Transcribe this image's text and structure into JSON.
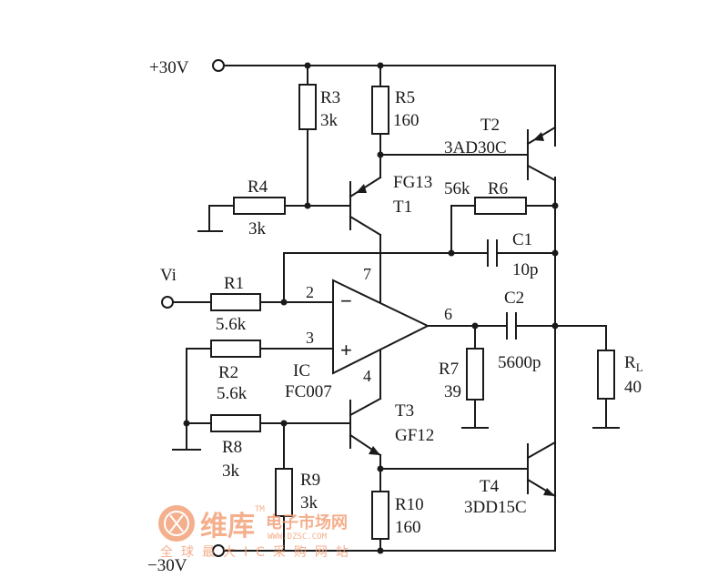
{
  "supply": {
    "pos": "+30V",
    "neg": "−30V"
  },
  "input": {
    "label": "Vi"
  },
  "resistors": {
    "r1": {
      "name": "R1",
      "value": "5.6k"
    },
    "r2": {
      "name": "R2",
      "value": "5.6k"
    },
    "r3": {
      "name": "R3",
      "value": "3k"
    },
    "r4": {
      "name": "R4",
      "value": "3k"
    },
    "r5": {
      "name": "R5",
      "value": "160"
    },
    "r6": {
      "name": "R6",
      "value": "56k"
    },
    "r7": {
      "name": "R7",
      "value": "39"
    },
    "r8": {
      "name": "R8",
      "value": "3k"
    },
    "r9": {
      "name": "R9",
      "value": "3k"
    },
    "r10": {
      "name": "R10",
      "value": "160"
    },
    "rl": {
      "name": "R",
      "sub": "L",
      "value": "40"
    }
  },
  "capacitors": {
    "c1": {
      "name": "C1",
      "value": "10p"
    },
    "c2": {
      "name": "C2",
      "value": "5600p"
    }
  },
  "transistors": {
    "t1": {
      "name": "T1",
      "part": "FG13"
    },
    "t2": {
      "name": "T2",
      "part": "3AD30C"
    },
    "t3": {
      "name": "T3",
      "part": "GF12"
    },
    "t4": {
      "name": "T4",
      "part": "3DD15C"
    }
  },
  "ic": {
    "name": "IC",
    "part": "FC007",
    "pins": {
      "inv": "2",
      "noninv": "3",
      "out": "6",
      "vpos": "7",
      "vneg": "4"
    },
    "signs": {
      "minus": "−",
      "plus": "+"
    }
  },
  "watermark": {
    "brand": "维库",
    "cn": "电子市场网",
    "url": "WWW.DZSC.COM",
    "slogan": "全球最大IC采购网站",
    "tm": "TM"
  },
  "colors": {
    "ink": "#1a1a1a",
    "watermark": "#f3a27a"
  }
}
